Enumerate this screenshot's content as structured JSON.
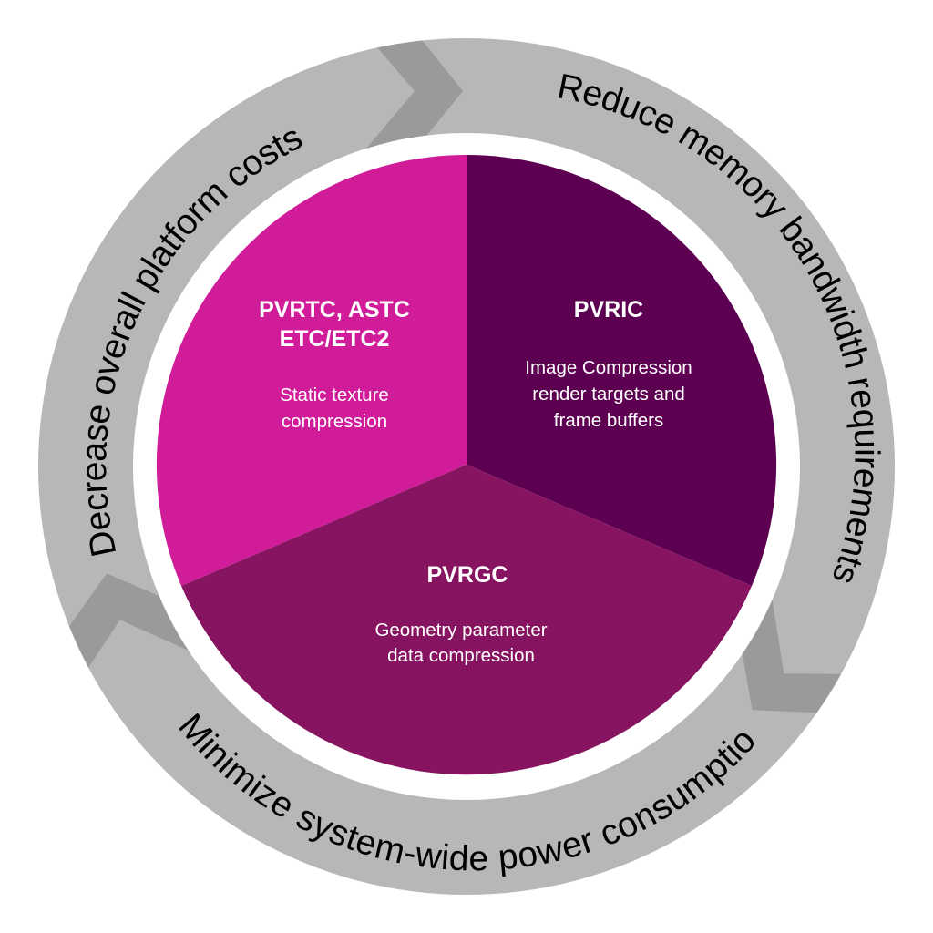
{
  "diagram": {
    "colors": {
      "ring": "#b7b7b7",
      "chevron": "#9a9a9a",
      "gap": "#ffffff",
      "segment_top_left": "#d01c99",
      "segment_top_right": "#5e0052",
      "segment_bottom": "#871461",
      "ring_text": "#000000",
      "segment_text": "#ffffff"
    },
    "ring_labels": [
      {
        "id": "costs",
        "text": "Decrease overall platform costs"
      },
      {
        "id": "bandwidth",
        "text": "Reduce memory bandwidth requirements"
      },
      {
        "id": "power",
        "text": "Minimize system-wide power consumption"
      }
    ],
    "segments": [
      {
        "id": "pvrtc",
        "title_lines": [
          "PVRTC, ASTC",
          "ETC/ETC2"
        ],
        "body_lines": [
          "Static texture",
          "compression"
        ]
      },
      {
        "id": "pvric",
        "title_lines": [
          "PVRIC"
        ],
        "body_lines": [
          "Image Compression",
          "render targets and",
          "frame buffers"
        ]
      },
      {
        "id": "pvrgc",
        "title_lines": [
          "PVRGC"
        ],
        "body_lines": [
          "Geometry parameter",
          "data compression"
        ]
      }
    ]
  }
}
